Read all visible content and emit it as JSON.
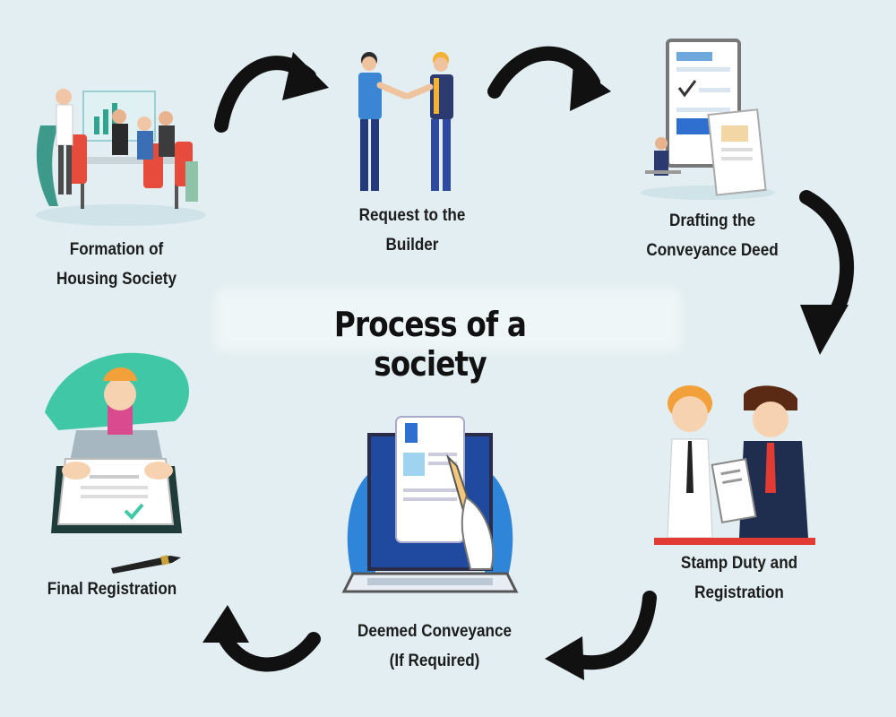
{
  "title": "Process of a society",
  "steps": [
    {
      "id": 1,
      "line1": "Formation of",
      "line2": "Housing Society"
    },
    {
      "id": 2,
      "line1": "Request to the",
      "line2": "Builder"
    },
    {
      "id": 3,
      "line1": "Drafting the",
      "line2": "Conveyance Deed"
    },
    {
      "id": 4,
      "line1": "Stamp Duty and",
      "line2": "Registration"
    },
    {
      "id": 5,
      "line1": "Deemed Conveyance",
      "line2": "(If Required)"
    },
    {
      "id": 6,
      "line1": "Final Registration",
      "line2": ""
    }
  ],
  "icons": [
    "team-meeting-illustration",
    "handshake-illustration",
    "document-drafting-illustration",
    "signing-contract-illustration",
    "laptop-document-illustration",
    "certificate-illustration"
  ],
  "colors": {
    "background": "#e2eef1",
    "arrow": "#111111",
    "accent_blue": "#2f6fd0",
    "accent_red": "#e64b3c"
  }
}
